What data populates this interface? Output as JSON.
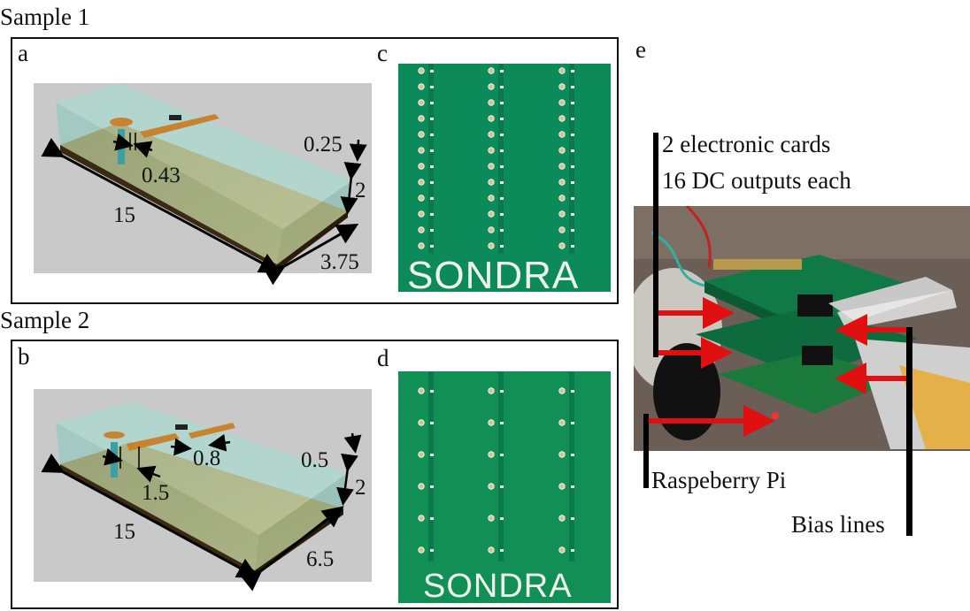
{
  "sample1": {
    "heading": "Sample 1",
    "panel_a": "a",
    "panel_c": "c",
    "dims": {
      "thickness": "0.25",
      "height": "2",
      "gap": "0.43",
      "length": "15",
      "width": "3.75"
    }
  },
  "sample2": {
    "heading": "Sample 2",
    "panel_b": "b",
    "panel_d": "d",
    "dims": {
      "thickness": "0.5",
      "height": "2",
      "gap": "1.5",
      "stub": "0.8",
      "length": "15",
      "width": "6.5"
    }
  },
  "pcb": {
    "logo": "SONDRA"
  },
  "panel_e": {
    "label": "e",
    "cards_line1": "2 electronic cards",
    "cards_line2": "16 DC outputs each",
    "raspberry": "Raspeberry Pi",
    "bias": "Bias lines"
  },
  "colors": {
    "pcb_green": "#0d8a5a",
    "arrow_red": "#e01010",
    "water": "#8fd6c8",
    "copper": "#c78330"
  }
}
